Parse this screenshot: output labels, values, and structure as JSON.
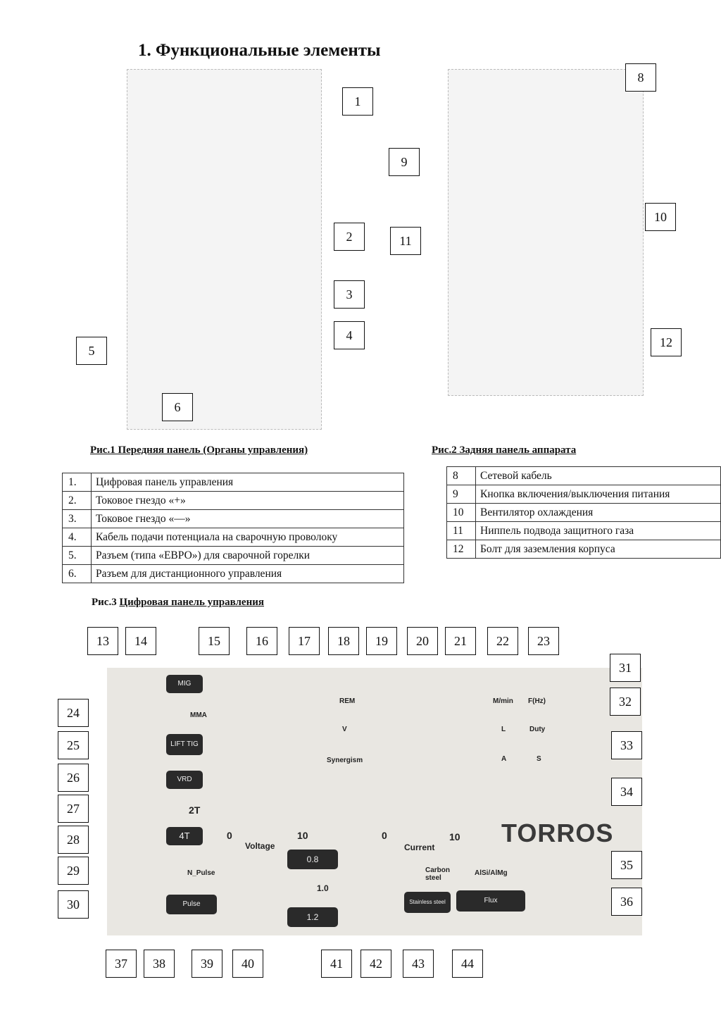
{
  "heading": "1. Функциональные элементы",
  "fig1_caption": "Рис.1 Передняя панель (Органы управления)",
  "fig2_caption": "Рис.2 Задняя панель аппарата",
  "fig3_prefix": "Рис.3 ",
  "fig3_caption": "Цифровая панель управления",
  "table_front": [
    {
      "n": "1.",
      "text": "Цифровая панель управления"
    },
    {
      "n": "2.",
      "text": "Токовое гнездо «+»"
    },
    {
      "n": "3.",
      "text": "Токовое гнездо «—»"
    },
    {
      "n": "4.",
      "text": "Кабель подачи потенциала на сварочную проволоку"
    },
    {
      "n": "5.",
      "text": "Разъем (типа «ЕВРО») для сварочной горелки"
    },
    {
      "n": "6.",
      "text": "Разъем для дистанционного управления"
    }
  ],
  "table_back": [
    {
      "n": "8",
      "text": "Сетевой кабель"
    },
    {
      "n": "9",
      "text": "Кнопка включения/выключения питания"
    },
    {
      "n": "10",
      "text": "Вентилятор охлаждения"
    },
    {
      "n": "11",
      "text": "Ниппель подвода защитного газа"
    },
    {
      "n": "12",
      "text": "Болт для заземления корпуса"
    }
  ],
  "front_callouts": [
    "1",
    "2",
    "3",
    "4",
    "5",
    "6"
  ],
  "back_callouts": [
    "8",
    "9",
    "10",
    "11",
    "12"
  ],
  "panel": {
    "buttons": {
      "mig": "MIG",
      "lift_tig": "LIFT TIG",
      "vrd": "VRD",
      "t4": "4T",
      "pulse": "Pulse",
      "stainless": "Stainless steel",
      "flux": "Flux",
      "w08": "0.8",
      "w12": "1.2"
    },
    "leds": {
      "mma": "MMA",
      "t2": "2T",
      "n_pulse": "N_Pulse",
      "w10": "1.0",
      "carbon": "Carbon steel",
      "alsi": "AlSi/AlMg",
      "rem": "REM",
      "v": "V",
      "synergism": "Synergism",
      "mmin": "M/min",
      "fhz": "F(Hz)",
      "l": "L",
      "duty": "Duty",
      "a": "A",
      "s": "S"
    },
    "knob_left": {
      "label": "Voltage",
      "min": "0",
      "max": "10"
    },
    "knob_right": {
      "label": "Current",
      "min": "0",
      "max": "10"
    },
    "brand": "TORROS"
  },
  "panel_callouts": [
    "13",
    "14",
    "15",
    "16",
    "17",
    "18",
    "19",
    "20",
    "21",
    "22",
    "23",
    "24",
    "25",
    "26",
    "27",
    "28",
    "29",
    "30",
    "31",
    "32",
    "33",
    "34",
    "35",
    "36",
    "37",
    "38",
    "39",
    "40",
    "41",
    "42",
    "43",
    "44"
  ]
}
